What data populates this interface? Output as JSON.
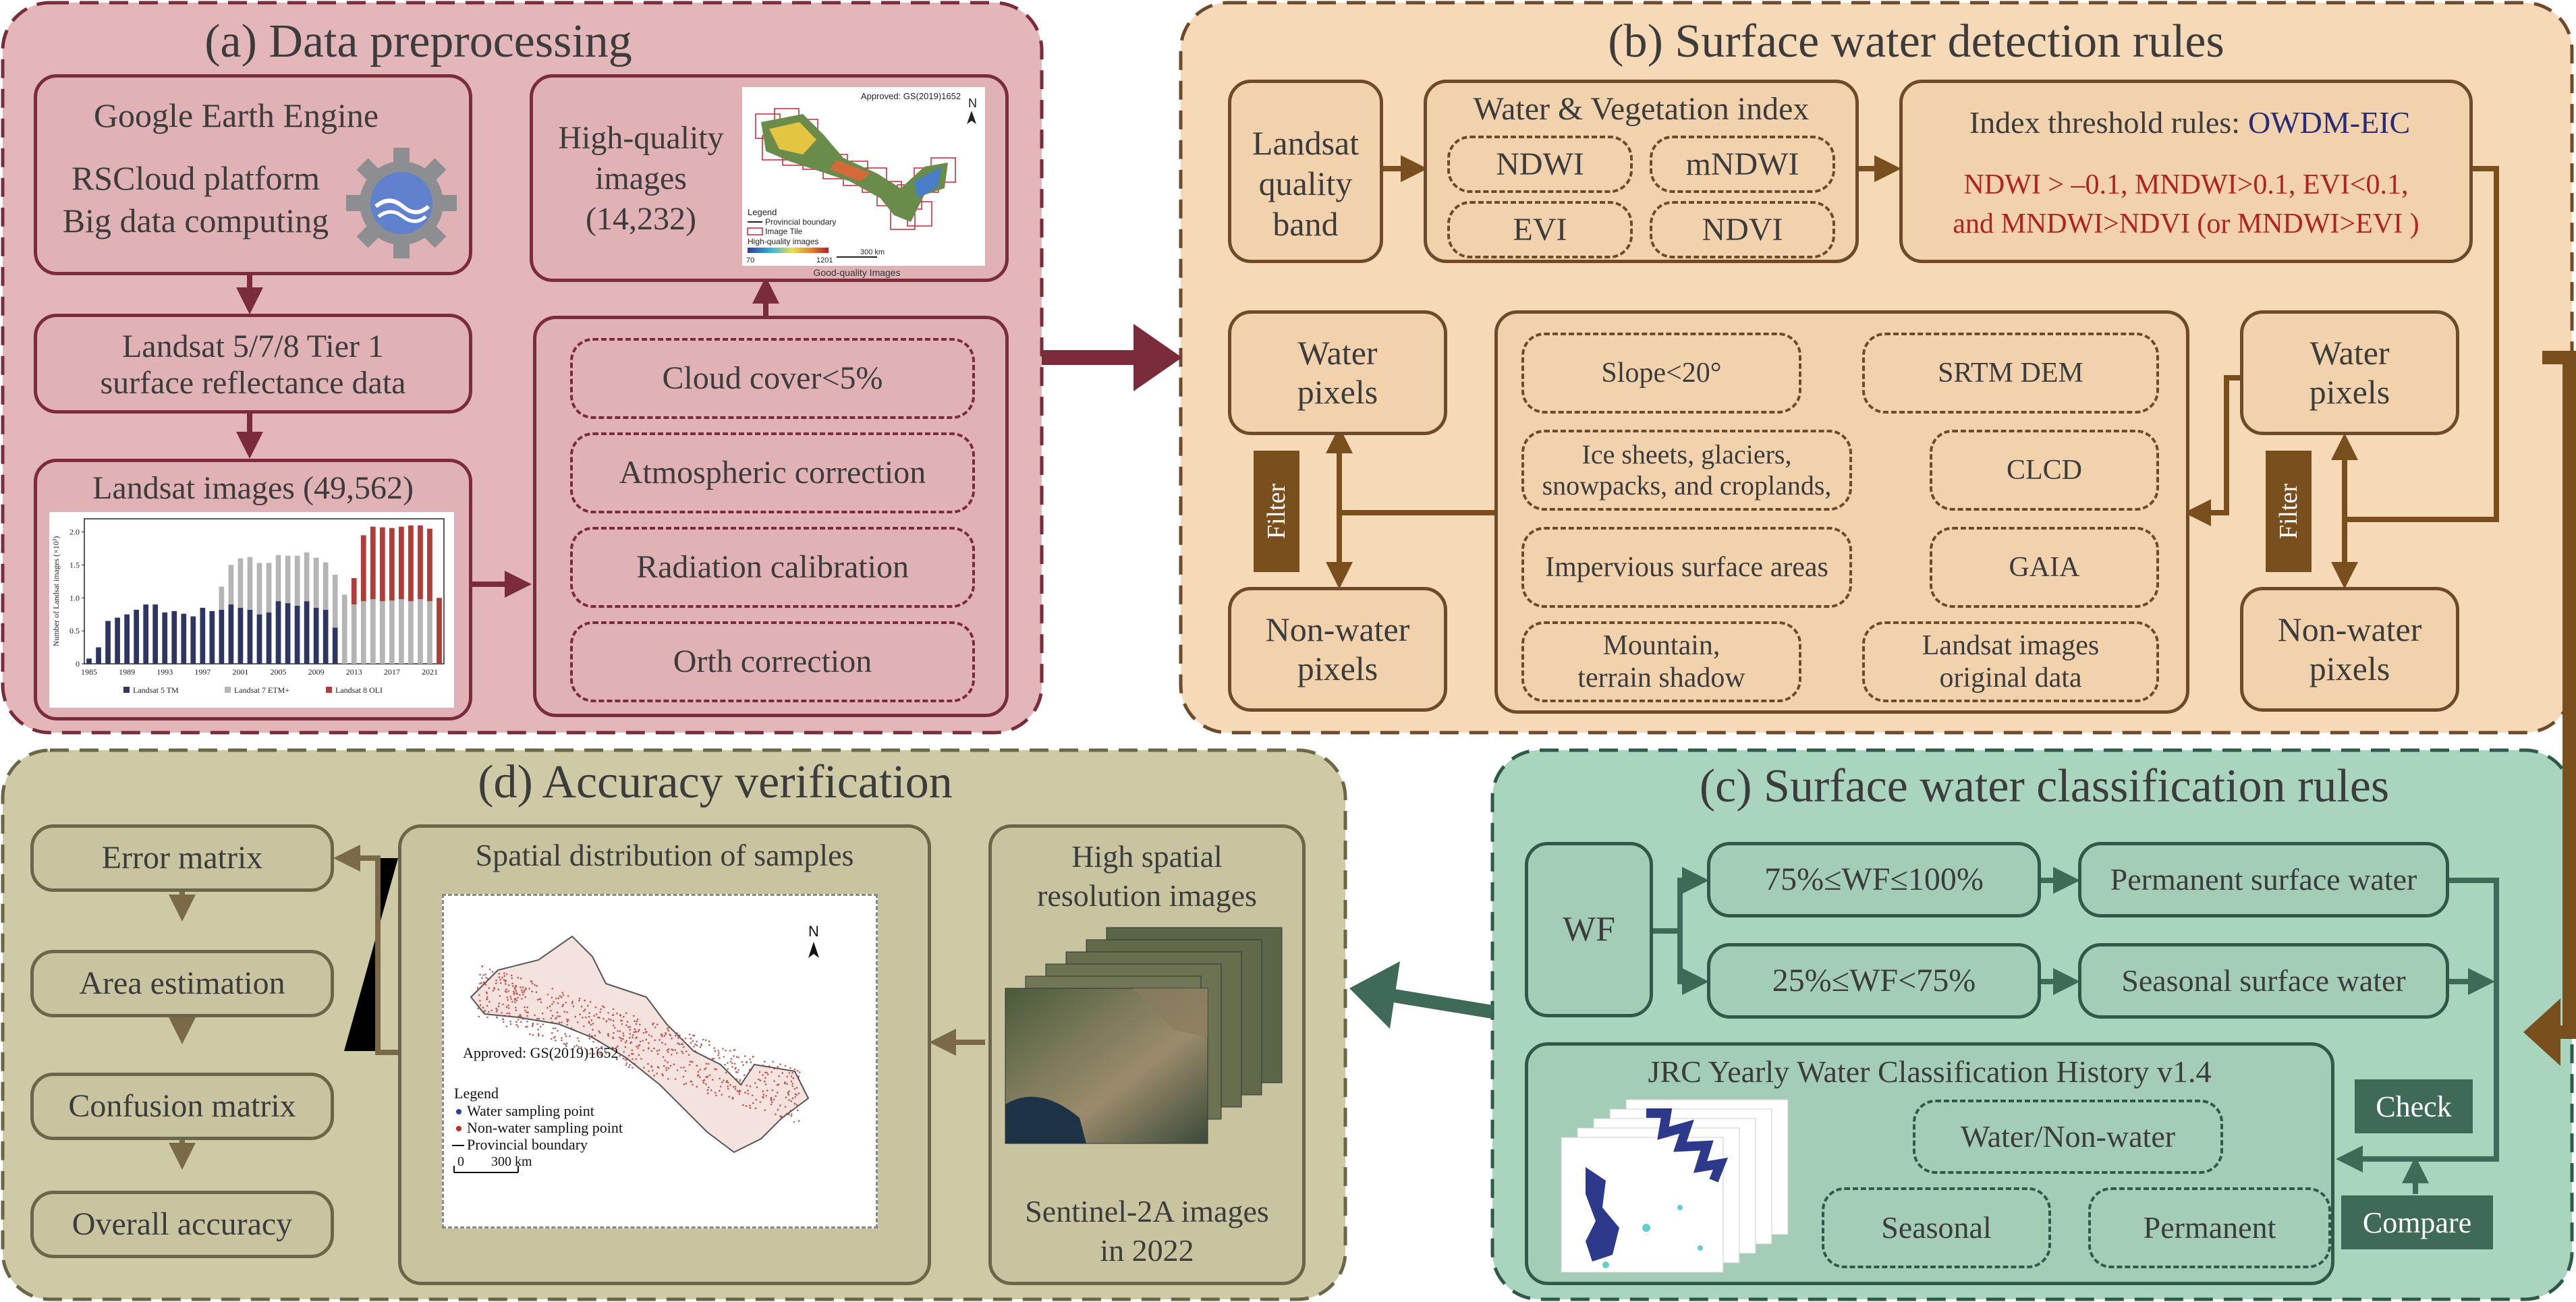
{
  "panel_a": {
    "title": "(a) Data preprocessing",
    "gee": {
      "line1": "Google Earth Engine",
      "line2": "RSCloud platform",
      "line3": "Big data computing"
    },
    "hq": {
      "line1": "High-quality",
      "line2": "images",
      "line3": "(14,232)"
    },
    "hq_map": {
      "approved": "Approved: GS(2019)1652",
      "legend": "Legend",
      "l1": "Provincial boundary",
      "l2": "Image Tile",
      "l3": "High-quality images",
      "v1": "70",
      "v2": "1201",
      "scale": "300 km",
      "caption": "Good-quality Images"
    },
    "tier1": {
      "line1": "Landsat 5/7/8 Tier 1",
      "line2": "surface reflectance data"
    },
    "landsat_images": "Landsat images (49,562)",
    "steps": [
      "Cloud cover<5%",
      "Atmospheric correction",
      "Radiation calibration",
      "Orth correction"
    ]
  },
  "chart_data": {
    "type": "bar",
    "title": "Landsat images (49,562)",
    "ylabel": "Number of Landsat images (×10³)",
    "ylim": [
      0,
      2.2
    ],
    "yticks": [
      "0",
      "0.5",
      "1.0",
      "1.5",
      "2.0"
    ],
    "xticks": [
      "1985",
      "1989",
      "1993",
      "1997",
      "2001",
      "2005",
      "2009",
      "2013",
      "2017",
      "2021"
    ],
    "categories": [
      1985,
      1986,
      1987,
      1988,
      1989,
      1990,
      1991,
      1992,
      1993,
      1994,
      1995,
      1996,
      1997,
      1998,
      1999,
      2000,
      2001,
      2002,
      2003,
      2004,
      2005,
      2006,
      2007,
      2008,
      2009,
      2010,
      2011,
      2012,
      2013,
      2014,
      2015,
      2016,
      2017,
      2018,
      2019,
      2020,
      2021,
      2022
    ],
    "series": [
      {
        "name": "Landsat 5 TM",
        "color": "#2e3560",
        "values": [
          0.08,
          0.25,
          0.65,
          0.7,
          0.75,
          0.82,
          0.9,
          0.9,
          0.78,
          0.8,
          0.76,
          0.72,
          0.85,
          0.8,
          0.82,
          0.9,
          0.85,
          0.82,
          0.75,
          0.78,
          0.95,
          0.92,
          0.88,
          0.95,
          0.85,
          0.82,
          0.55,
          0,
          0,
          0,
          0,
          0,
          0,
          0,
          0,
          0,
          0,
          0
        ]
      },
      {
        "name": "Landsat 7 ETM+",
        "color": "#b5b5b5",
        "values": [
          0,
          0,
          0,
          0,
          0,
          0,
          0,
          0,
          0,
          0,
          0,
          0,
          0,
          0,
          0.35,
          0.6,
          0.75,
          0.8,
          0.78,
          0.75,
          0.7,
          0.72,
          0.76,
          0.74,
          0.76,
          0.72,
          0.8,
          1.05,
          0.9,
          0.95,
          0.98,
          0.95,
          0.96,
          0.98,
          0.95,
          0.98,
          0.95,
          0.0
        ]
      },
      {
        "name": "Landsat 8 OLI",
        "color": "#b33a35",
        "values": [
          0,
          0,
          0,
          0,
          0,
          0,
          0,
          0,
          0,
          0,
          0,
          0,
          0,
          0,
          0,
          0,
          0,
          0,
          0,
          0,
          0,
          0,
          0,
          0,
          0,
          0,
          0,
          0,
          0.4,
          1.0,
          1.1,
          1.12,
          1.1,
          1.1,
          1.15,
          1.12,
          1.1,
          1.0
        ]
      }
    ]
  },
  "panel_b": {
    "title": "(b) Surface water detection rules",
    "quality": {
      "line1": "Landsat",
      "line2": "quality",
      "line3": "band"
    },
    "index_title": "Water & Vegetation index",
    "indices": [
      "NDWI",
      "mNDWI",
      "EVI",
      "NDVI"
    ],
    "rules_title": "Index threshold rules:",
    "rules_name": "OWDM-EIC",
    "rules": {
      "line1": "NDWI > –0.1, MNDWI>0.1, EVI<0.1,",
      "line2": "and MNDWI>NDVI (or MNDWI>EVI )"
    },
    "water": {
      "line1": "Water",
      "line2": "pixels"
    },
    "nonwater": {
      "line1": "Non-water",
      "line2": "pixels"
    },
    "filter": "Filter",
    "masks_left": [
      "Slope<20°",
      "Ice sheets, glaciers,|snowpacks, and croplands,",
      "Impervious surface areas",
      "Mountain,|terrain shadow"
    ],
    "masks_right": [
      "SRTM DEM",
      "CLCD",
      "GAIA",
      "Landsat images|original data"
    ]
  },
  "panel_c": {
    "title": "(c) Surface water classification rules",
    "wf": "WF",
    "r1": "75%≤WF≤100%",
    "r2": "25%≤WF<75%",
    "perm": "Permanent surface water",
    "seas": "Seasonal surface water",
    "jrc": "JRC Yearly Water Classification History v1.4",
    "wn": "Water/Non-water",
    "seasonal": "Seasonal",
    "permanent": "Permanent",
    "check": "Check",
    "compare": "Compare"
  },
  "panel_d": {
    "title": "(d) Accuracy verification",
    "steps": [
      "Error matrix",
      "Area estimation",
      "Confusion matrix",
      "Overall accuracy"
    ],
    "spatial": "Spatial distribution of samples",
    "map": {
      "approved": "Approved: GS(2019)1652",
      "legend": "Legend",
      "l1": "Water sampling point",
      "l2": "Non-water sampling point",
      "l3": "Provincial boundary",
      "scale": "300 km"
    },
    "hsr": {
      "line1": "High spatial",
      "line2": "resolution images"
    },
    "s2": {
      "line1": "Sentinel-2A images",
      "line2": "in 2022"
    }
  },
  "colors": {
    "panel_a_bg": "#e3b6b9",
    "panel_a_border": "#7a2c3b",
    "panel_b_bg": "#f6d9b6",
    "panel_b_border": "#6e4a2a",
    "panel_c_bg": "#a9d4bd",
    "panel_c_border": "#2f5a4a",
    "panel_d_bg": "#cfcaa6",
    "panel_d_border": "#6a6648",
    "arrow_a": "#7a2c3b",
    "arrow_b": "#7a4f1e",
    "arrow_c": "#3f6a58",
    "arrow_d": "#7a6a48",
    "rule_text": "#b02224",
    "owdm_text": "#2a2a7a"
  }
}
